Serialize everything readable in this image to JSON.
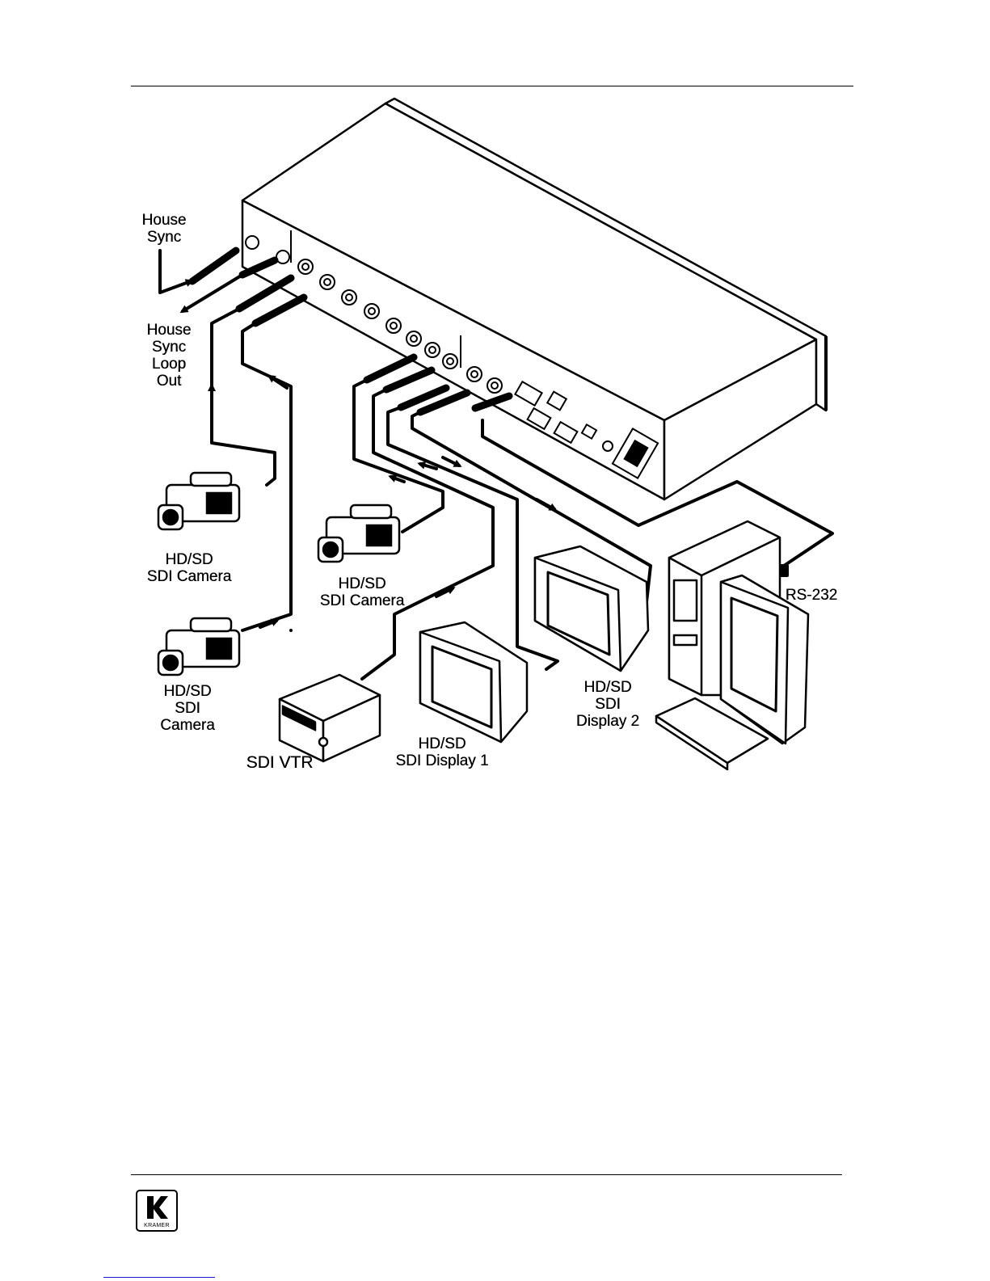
{
  "labels": {
    "house_sync": [
      "House",
      "Sync"
    ],
    "house_sync_loop_out": [
      "House",
      "Sync",
      "Loop",
      "Out"
    ],
    "camera_1": [
      "HD/SD",
      "SDI Camera"
    ],
    "camera_2": [
      "HD/SD",
      "SDI Camera"
    ],
    "camera_3": [
      "HD/SD",
      "SDI",
      "Camera"
    ],
    "vtr": "SDI VTR",
    "display_1": [
      "HD/SD",
      "SDI Display 1"
    ],
    "display_2": [
      "HD/SD",
      "SDI",
      "Display 2"
    ],
    "rs232": "RS-232"
  },
  "logo_text": "KRAMER",
  "colors": {
    "line": "#000000",
    "background": "#ffffff",
    "link_underline": "#1a1adb"
  }
}
